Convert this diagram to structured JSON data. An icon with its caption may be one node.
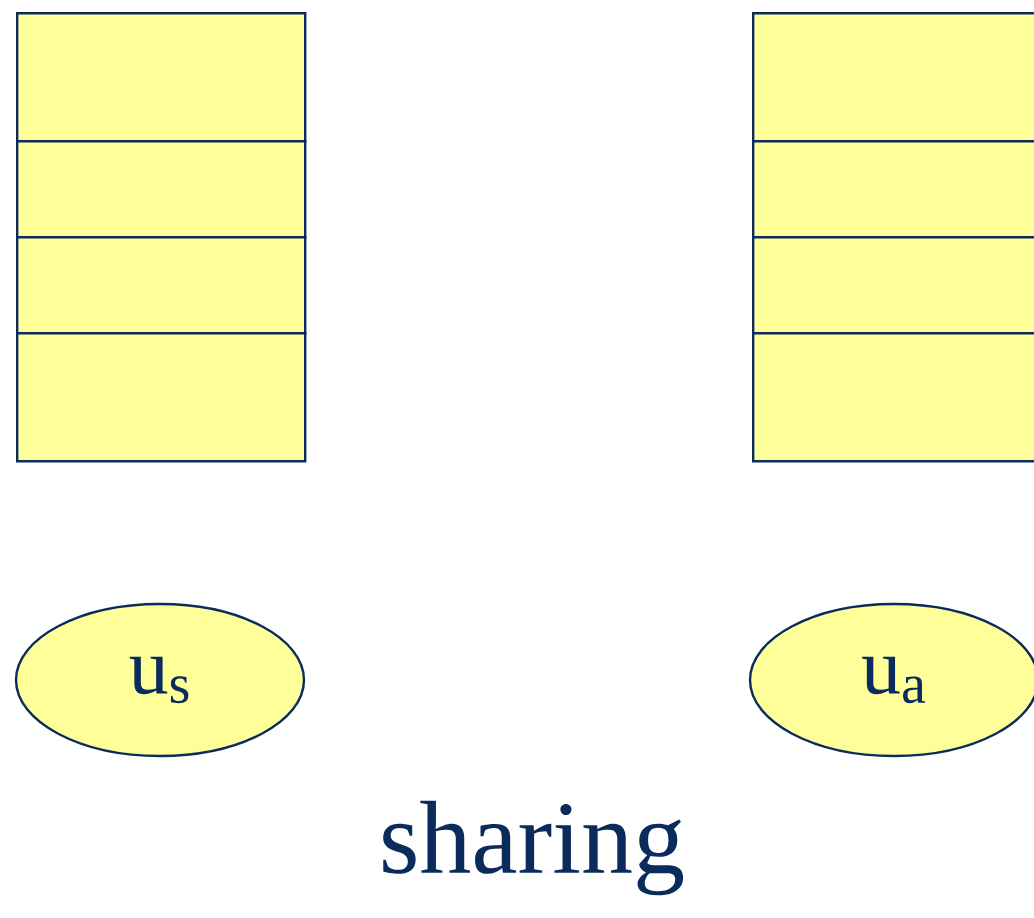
{
  "diagram": {
    "nodes": [
      {
        "text": [],
        "shape": "box"
      },
      {
        "text": [],
        "shape": "box"
      },
      {
        "text": [],
        "shape": "box"
      },
      {
        "text": [],
        "shape": "box"
      },
      {
        "text": [],
        "shape": "box"
      },
      {
        "text": [],
        "shape": "box"
      },
      {
        "text": [],
        "shape": "box"
      },
      {
        "text": [],
        "shape": "box"
      },
      {
        "text": [
          "u$_{s}$"
        ]
      },
      {
        "text": [
          "u$_{a}$"
        ]
      }
    ],
    "labels": [
      "sharing"
    ]
  }
}
